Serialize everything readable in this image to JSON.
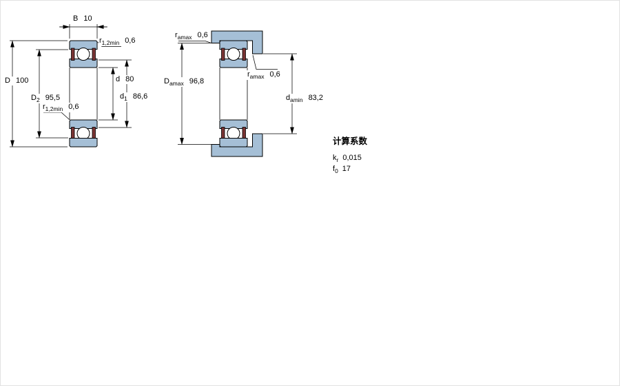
{
  "drawing": {
    "left_view": {
      "B": {
        "sym": "B",
        "val": "10"
      },
      "r_top": {
        "sym": "r",
        "sub": "1,2min",
        "val": "0,6"
      },
      "D": {
        "sym": "D",
        "val": "100"
      },
      "D2": {
        "sym": "D",
        "sub": "2",
        "val": "95,5"
      },
      "r_left": {
        "sym": "r",
        "sub": "1,2min",
        "val": "0,6"
      },
      "d": {
        "sym": "d",
        "val": "80"
      },
      "d1": {
        "sym": "d",
        "sub": "1",
        "val": "86,6"
      }
    },
    "right_view": {
      "ra_top": {
        "sym": "r",
        "sub": "amax",
        "val": "0,6"
      },
      "ra_mid": {
        "sym": "r",
        "sub": "amax",
        "val": "0,6"
      },
      "Damax": {
        "sym": "D",
        "sub": "amax",
        "val": "96,8"
      },
      "damin": {
        "sym": "d",
        "sub": "amin",
        "val": "83,2"
      }
    },
    "colors": {
      "ring_fill": "#a5bfd6",
      "seal_fill": "#7a3434",
      "outline": "#000000"
    }
  },
  "calculation_factors": {
    "title": "计算系数",
    "rows": [
      {
        "sym": "k",
        "sub": "r",
        "val": "0,015"
      },
      {
        "sym": "f",
        "sub": "0",
        "val": "17"
      }
    ]
  }
}
